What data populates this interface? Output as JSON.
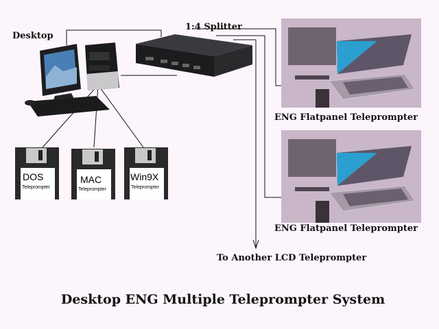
{
  "labels": {
    "desktop": "Desktop",
    "splitter": "1:4 Splitter",
    "teleprompter_1": "ENG Flatpanel Teleprompter",
    "teleprompter_2": "ENG Flatpanel Teleprompter",
    "another": "To Another LCD Teleprompter",
    "title": "Desktop ENG Multiple Teleprompter System"
  },
  "floppies": [
    {
      "name": "DOS",
      "sub": "Teleprompter"
    },
    {
      "name": "MAC",
      "sub": "Teleprompter"
    },
    {
      "name": "Win9X",
      "sub": "Teleprompter"
    }
  ],
  "colors": {
    "background": "#fcf5fc",
    "prompter_hood": "#2a9fd0",
    "photo_bg": "#c9b6c9"
  }
}
